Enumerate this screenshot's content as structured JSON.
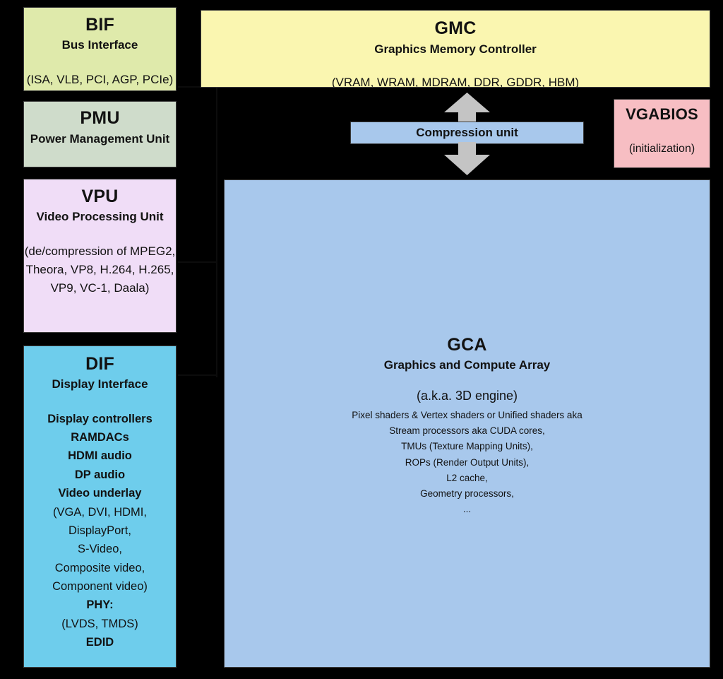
{
  "diagram": {
    "title": "GPU block diagram",
    "background_color": "#000000"
  },
  "blocks": {
    "bif": {
      "acronym": "BIF",
      "name": "Bus Interface",
      "detail": "(ISA, VLB, PCI, AGP, PCIe)",
      "color": "#dfeaab"
    },
    "pmu": {
      "acronym": "PMU",
      "name": "Power Management Unit",
      "color": "#cfdccb"
    },
    "vpu": {
      "acronym": "VPU",
      "name": "Video Processing Unit",
      "detail": "(de/compression of MPEG2, Theora, VP8, H.264, H.265, VP9, VC-1, Daala)",
      "color": "#f0ddf7"
    },
    "dif": {
      "acronym": "DIF",
      "name": "Display Interface",
      "color": "#6ecdec",
      "items": [
        {
          "text": "Display controllers",
          "bold": true
        },
        {
          "text": "RAMDACs",
          "bold": true
        },
        {
          "text": "HDMI audio",
          "bold": true
        },
        {
          "text": "DP audio",
          "bold": true
        },
        {
          "text": "Video underlay",
          "bold": true
        },
        {
          "text": "(VGA, DVI, HDMI,",
          "bold": false
        },
        {
          "text": "DisplayPort,",
          "bold": false
        },
        {
          "text": "S-Video,",
          "bold": false
        },
        {
          "text": "Composite video,",
          "bold": false
        },
        {
          "text": "Component video)",
          "bold": false
        },
        {
          "text": "PHY:",
          "bold": true
        },
        {
          "text": "(LVDS, TMDS)",
          "bold": false
        },
        {
          "text": "EDID",
          "bold": true
        }
      ]
    },
    "gmc": {
      "acronym": "GMC",
      "name": "Graphics Memory Controller",
      "detail": "(VRAM, WRAM, MDRAM, DDR, GDDR, HBM)",
      "color": "#faf6b0"
    },
    "compression": {
      "label": "Compression unit",
      "color": "#a8c8ec"
    },
    "vgabios": {
      "acronym": "VGABIOS",
      "detail": "(initialization)",
      "color": "#f7bec3"
    },
    "gca": {
      "acronym": "GCA",
      "name": "Graphics and Compute Array",
      "aka": "(a.k.a. 3D engine)",
      "color": "#a8c8ec",
      "items": [
        "Pixel shaders & Vertex shaders or Unified shaders aka",
        "Stream processors aka CUDA cores,",
        "TMUs (Texture Mapping Units),",
        "ROPs (Render Output Units),",
        "L2 cache,",
        "Geometry processors,",
        "..."
      ]
    }
  },
  "arrows": {
    "up_arrow": "arrow-up",
    "down_arrow": "arrow-down",
    "color": "#c4c4c4"
  }
}
